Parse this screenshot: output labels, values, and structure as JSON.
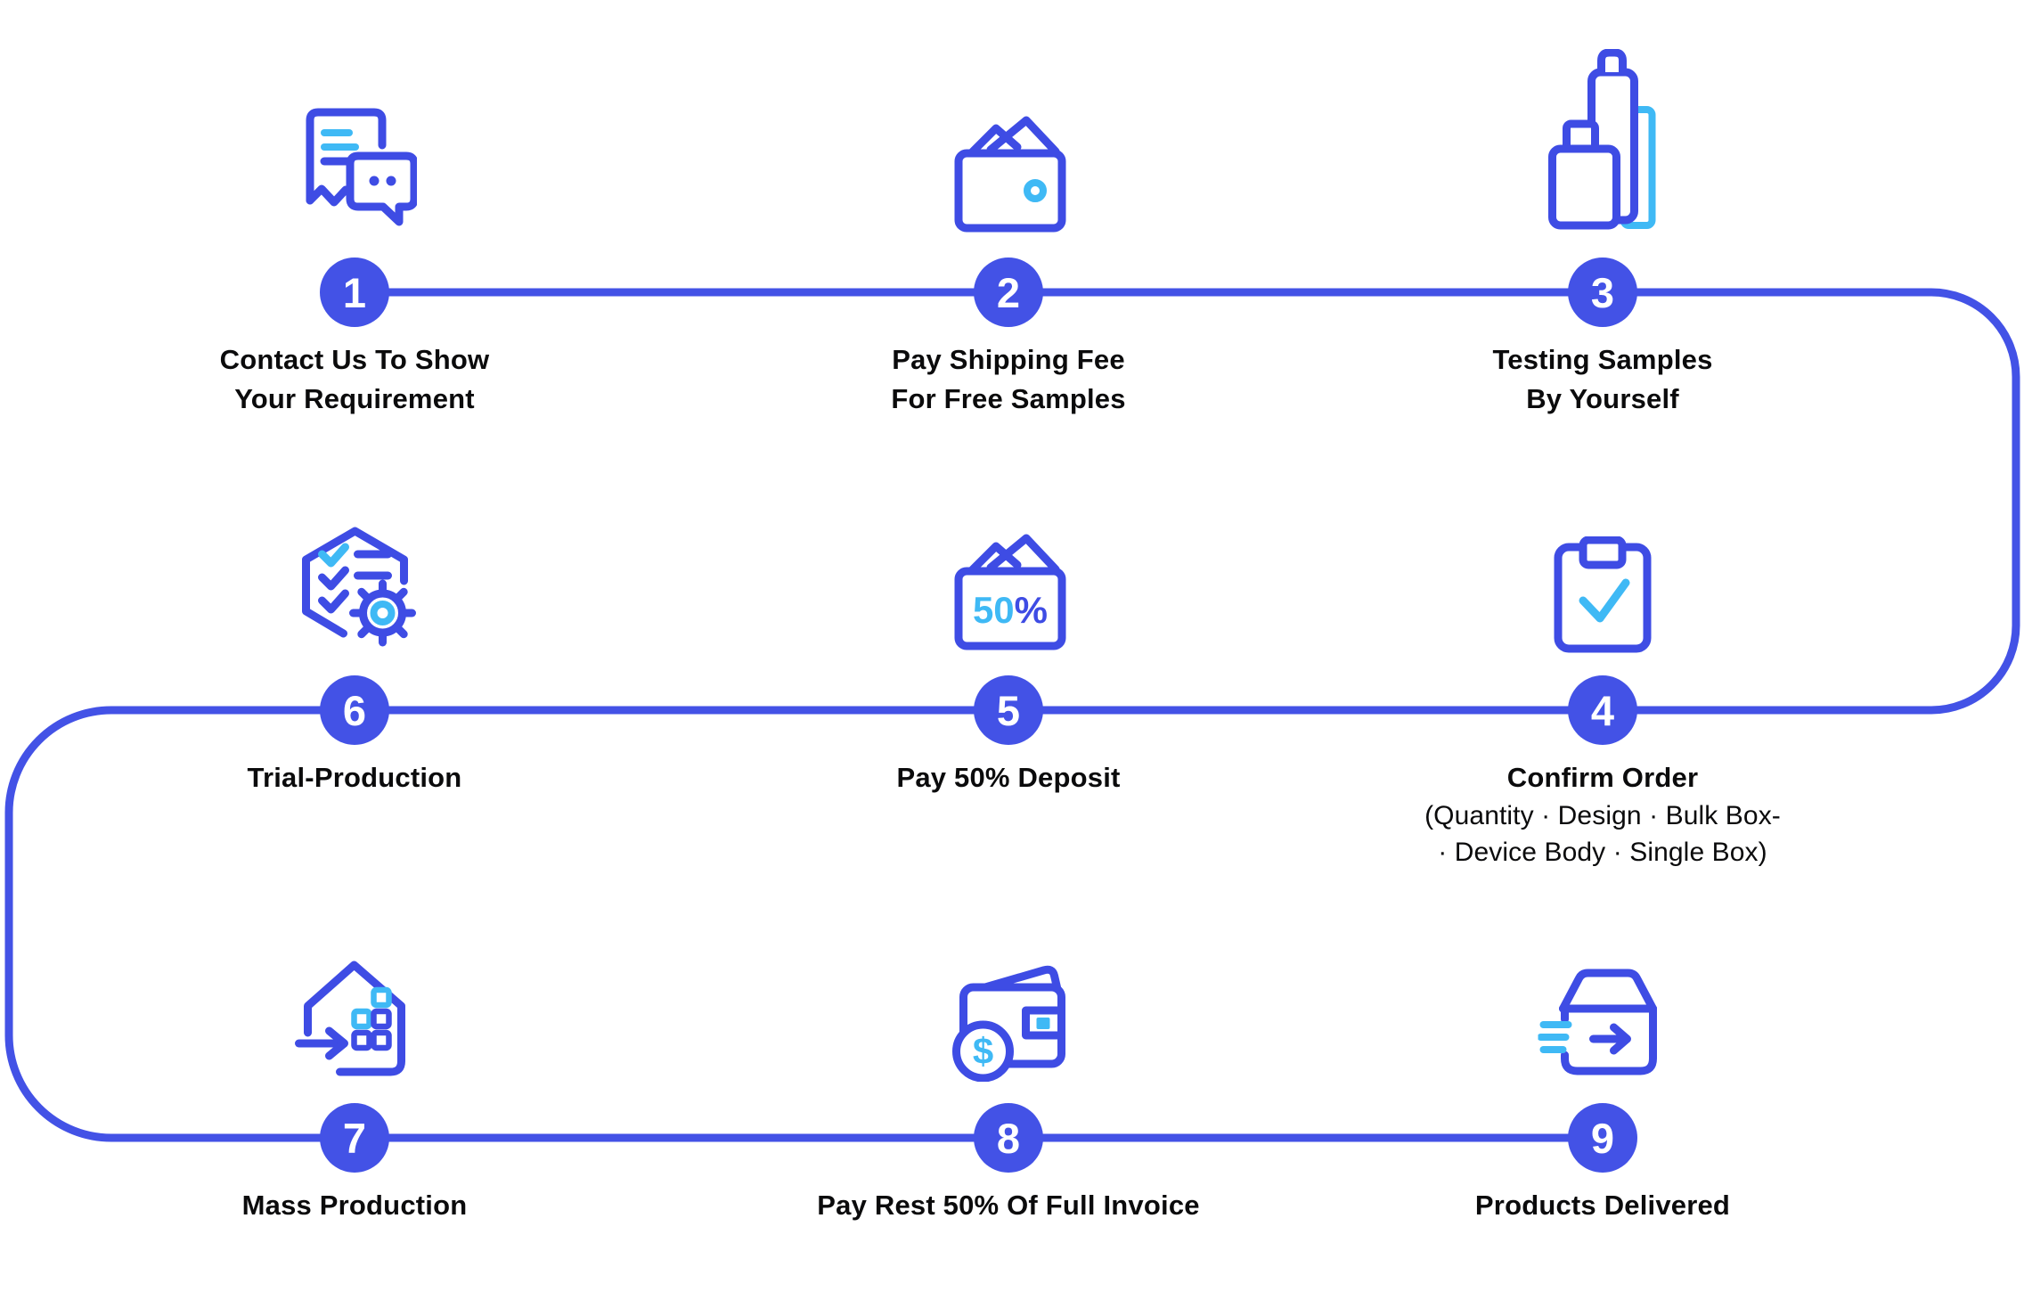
{
  "colors": {
    "primary_blue": "#4352e6",
    "icon_blue": "#3e4ce4",
    "accent_cyan": "#3fb9f5",
    "label_text": "#0b0b0c",
    "background": "#ffffff"
  },
  "steps": [
    {
      "num": "1",
      "icon": "document-chat-icon",
      "lines": [
        "Contact Us To Show",
        "Your Requirement"
      ]
    },
    {
      "num": "2",
      "icon": "wallet-bills-icon",
      "lines": [
        "Pay Shipping Fee",
        "For Free Samples"
      ]
    },
    {
      "num": "3",
      "icon": "vape-devices-icon",
      "lines": [
        "Testing Samples",
        "By Yourself"
      ]
    },
    {
      "num": "4",
      "icon": "clipboard-check-icon",
      "lines": [
        "Confirm Order"
      ],
      "sublines": [
        "(Quantity · Design · Bulk Box-",
        "· Device Body · Single Box)"
      ]
    },
    {
      "num": "5",
      "icon": "wallet-50-icon",
      "icon_value": "50",
      "icon_unit": "%",
      "lines": [
        "Pay 50% Deposit"
      ]
    },
    {
      "num": "6",
      "icon": "checklist-gear-icon",
      "lines": [
        "Trial-Production"
      ]
    },
    {
      "num": "7",
      "icon": "mass-production-icon",
      "lines": [
        "Mass Production"
      ]
    },
    {
      "num": "8",
      "icon": "wallet-coin-icon",
      "icon_symbol": "$",
      "lines": [
        "Pay Rest 50% Of Full Invoice"
      ]
    },
    {
      "num": "9",
      "icon": "package-delivery-icon",
      "lines": [
        "Products Delivered"
      ]
    }
  ]
}
